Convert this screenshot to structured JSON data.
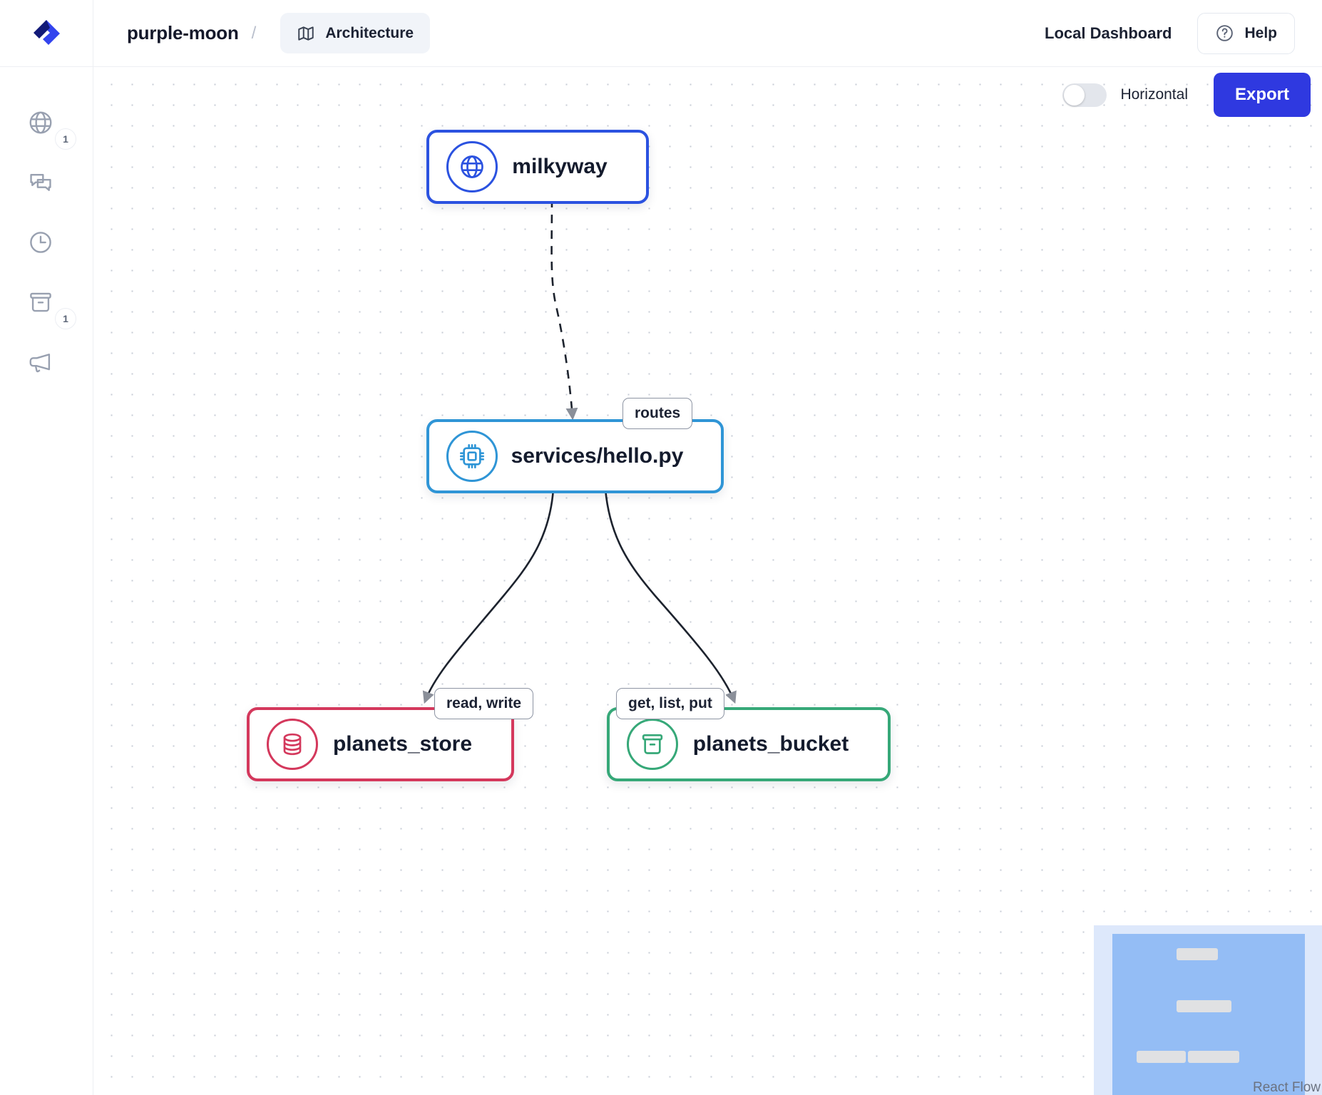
{
  "header": {
    "logo_icon": "app-logo-icon",
    "brand": "purple-moon",
    "separator": "/",
    "tab": {
      "icon": "map-icon",
      "label": "Architecture"
    },
    "local_dashboard": "Local Dashboard",
    "help": {
      "icon": "question-circle-icon",
      "label": "Help"
    }
  },
  "sidebar": {
    "items": [
      {
        "icon": "globe-icon",
        "name": "sidebar-item-endpoints",
        "badge": "1"
      },
      {
        "icon": "chat-icon",
        "name": "sidebar-item-messages",
        "badge": ""
      },
      {
        "icon": "clock-icon",
        "name": "sidebar-item-history",
        "badge": ""
      },
      {
        "icon": "bucket-icon",
        "name": "sidebar-item-storage",
        "badge": "1"
      },
      {
        "icon": "megaphone-icon",
        "name": "sidebar-item-events",
        "badge": ""
      }
    ]
  },
  "toolbar": {
    "toggle_label": "Horizontal",
    "toggle_state": "off",
    "export_label": "Export"
  },
  "graph": {
    "nodes": [
      {
        "id": "milkyway",
        "label": "milkyway",
        "icon": "globe-icon",
        "color": "#2b52e0"
      },
      {
        "id": "service",
        "label": "services/hello.py",
        "icon": "chip-icon",
        "color": "#2f95d6"
      },
      {
        "id": "store",
        "label": "planets_store",
        "icon": "database-icon",
        "color": "#d4385c"
      },
      {
        "id": "bucket",
        "label": "planets_bucket",
        "icon": "bucket-icon",
        "color": "#36a878"
      }
    ],
    "edges": [
      {
        "from": "milkyway",
        "to": "service",
        "label": "routes",
        "style": "dashed"
      },
      {
        "from": "service",
        "to": "store",
        "label": "read, write",
        "style": "solid"
      },
      {
        "from": "service",
        "to": "bucket",
        "label": "get, list, put",
        "style": "solid"
      }
    ]
  },
  "minimap": {
    "attribution": "React Flow"
  }
}
